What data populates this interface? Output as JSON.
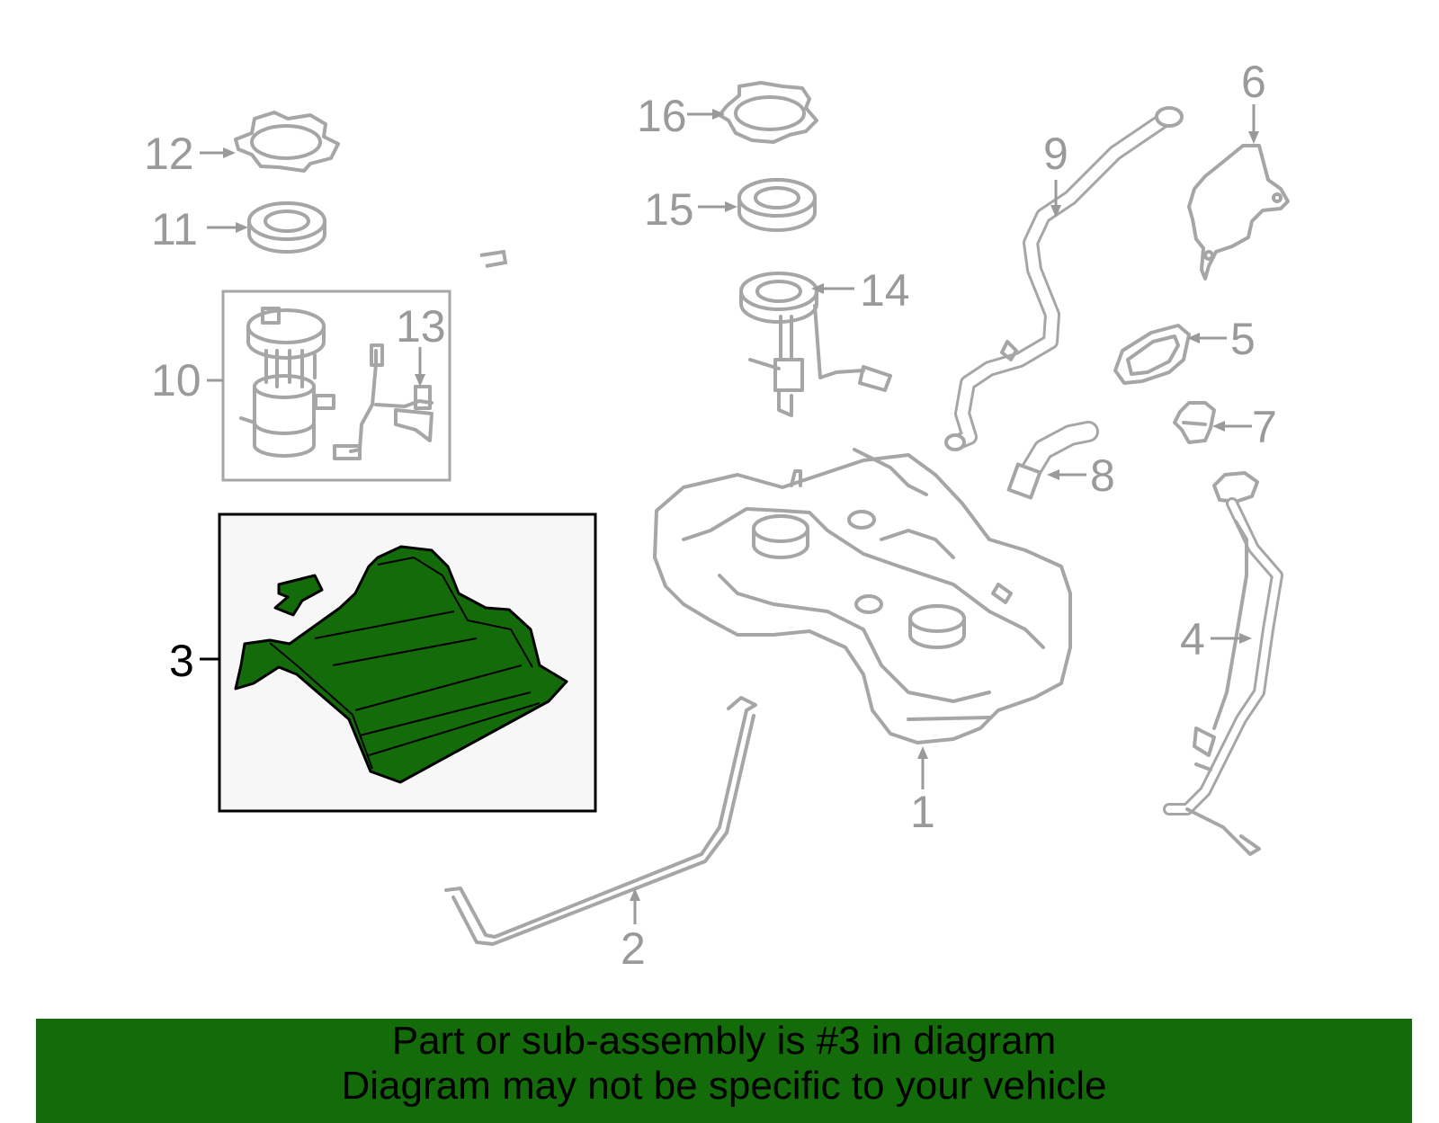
{
  "diagram": {
    "callouts": {
      "c1": "1",
      "c2": "2",
      "c3": "3",
      "c4": "4",
      "c5": "5",
      "c6": "6",
      "c7": "7",
      "c8": "8",
      "c9": "9",
      "c10": "10",
      "c11": "11",
      "c12": "12",
      "c13": "13",
      "c14": "14",
      "c15": "15",
      "c16": "16"
    },
    "highlight_part": "3",
    "colors": {
      "highlight_fill": "#146b0a",
      "line_gray": "#a6a6a6",
      "banner_bg": "#146b0a",
      "panel_bg": "#f7f7f7"
    }
  },
  "banner": {
    "line1": "Part or sub-assembly is #3 in diagram",
    "line2": "Diagram may not be specific to your vehicle"
  }
}
